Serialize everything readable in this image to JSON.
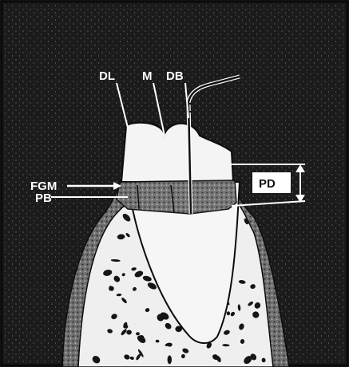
{
  "labels": {
    "dl": "DL",
    "m": "M",
    "db": "DB",
    "fgm": "FGM",
    "pb": "PB",
    "pd": "PD"
  },
  "colors": {
    "background": "#1a1a1a",
    "tooth": "#f4f4f4",
    "gingiva": "#6e6e6e",
    "bone": "#eeeeee",
    "bone_pores": "#151515",
    "outline": "#0c0c0c",
    "probe": "#111111"
  }
}
